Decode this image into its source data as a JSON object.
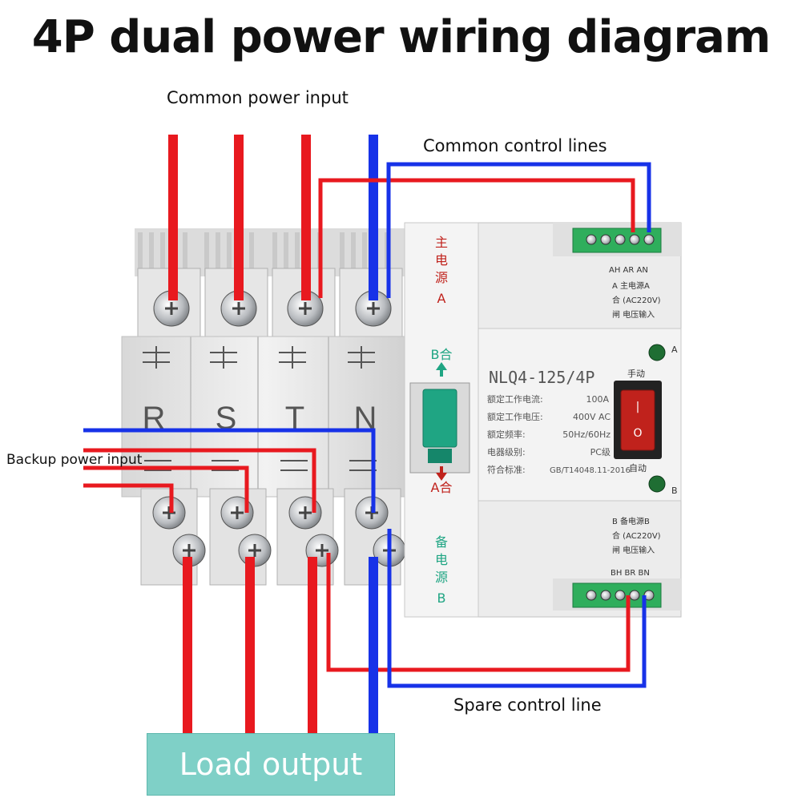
{
  "title": "4P dual power wiring diagram",
  "labels": {
    "common_power_input": "Common power input",
    "common_control_lines": "Common control lines",
    "backup_power_input": "Backup power input",
    "spare_control_line": "Spare control line",
    "load_output": "Load output"
  },
  "device": {
    "pole_letters": [
      "R",
      "S",
      "T",
      "N"
    ],
    "model": "NLQ4-125/4P",
    "spec_labels": [
      "额定工作电流:",
      "额定工作电压:",
      "额定频率:",
      "电器级别:",
      "符合标准:"
    ],
    "spec_values": [
      "100A",
      "400V AC",
      "50Hz/60Hz",
      "PC级",
      "GB/T14048.11-2016"
    ],
    "source_a_vertical": [
      "主",
      "电",
      "源",
      "A"
    ],
    "source_b_vertical": [
      "备",
      "电",
      "源",
      "B"
    ],
    "switch_top_label": "B合",
    "switch_bottom_label": "A合",
    "manual_label": "手动",
    "auto_label": "自动",
    "indicator_a": "A",
    "indicator_b": "B",
    "toggle_on_symbol": "|",
    "toggle_off_symbol": "O",
    "terminal_top_codes": "AH AR AN",
    "terminal_top_info": [
      "A  主电源A",
      "合  (AC220V)",
      "闸  电压输入"
    ],
    "terminal_bottom_info": [
      "B  备电源B",
      "合  (AC220V)",
      "闸  电压输入"
    ],
    "terminal_bottom_codes": "BH BR BN"
  },
  "colors": {
    "live_wire": "#e8191f",
    "neutral_wire": "#1732e8",
    "load_box": "#7fd0c7",
    "terminal_green": "#2fae5c",
    "switch_teal": "#1fa583",
    "rocker_red": "#c0221c"
  }
}
